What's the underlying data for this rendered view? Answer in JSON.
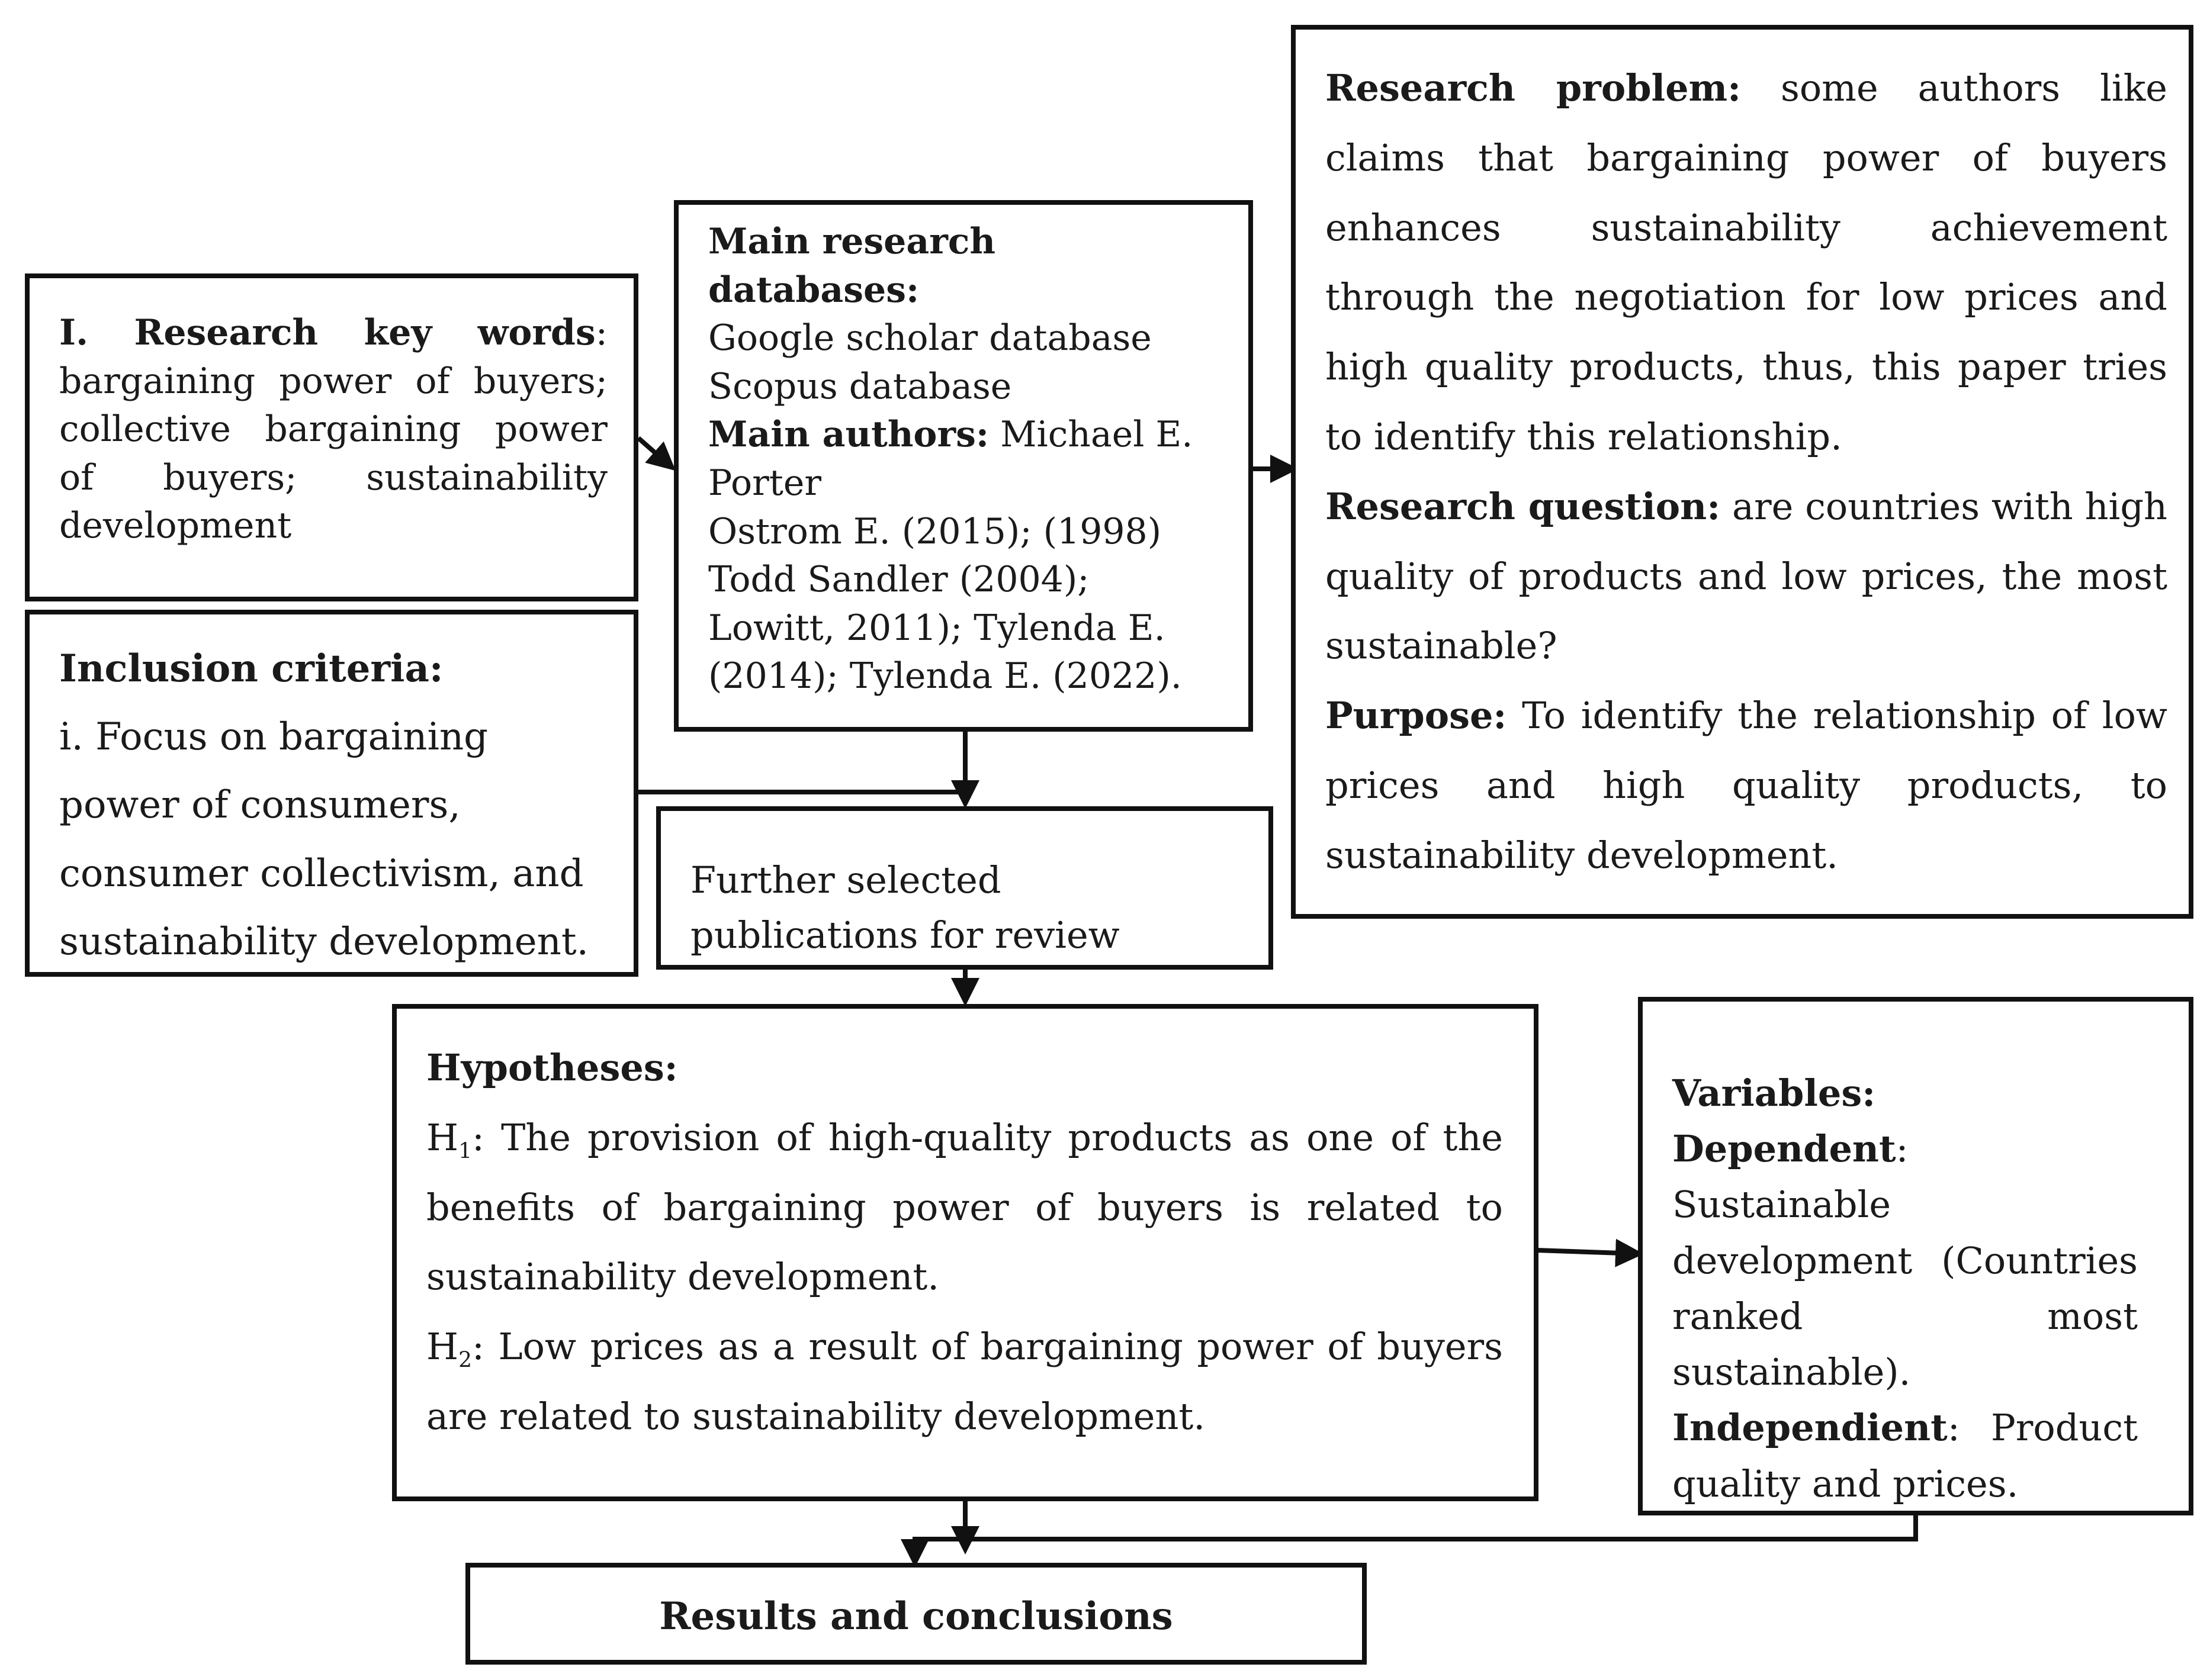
{
  "keywords": {
    "heading": "I. Research key words",
    "text": ": bargaining power of buyers; collective bargaining power of buyers; sustainability development"
  },
  "inclusion": {
    "heading": "Inclusion criteria:",
    "text": "i. Focus on bargaining power of consumers, consumer collectivism, and sustainability development."
  },
  "databases": {
    "heading": "Main research databases:",
    "items": [
      "Google scholar database",
      "Scopus database"
    ],
    "authors_heading": "Main authors:",
    "authors_text": "Michael E. Porter",
    "authors_lines": [
      "Ostrom E. (2015); (1998)",
      "Todd Sandler (2004); Lowitt, 2011); Tylenda E. (2014); Tylenda E. (2022)."
    ]
  },
  "research": {
    "problem_heading": "Research problem:",
    "problem_text": "some authors like claims that bargaining power of buyers enhances sustainability achievement through the negotiation for low prices and high quality products, thus, this paper tries to identify this relationship.",
    "question_heading": "Research question:",
    "question_text": "are countries with high quality of products and low prices, the most sustainable?",
    "purpose_heading": "Purpose:",
    "purpose_text": "To identify the relationship of low prices and high quality products, to sustainability development."
  },
  "further": {
    "text": "Further selected publications for review"
  },
  "hypotheses": {
    "heading": "Hypotheses:",
    "h1_label": "H",
    "h1_sub": "1",
    "h1_text": ": The provision of high-quality products as one of the benefits of bargaining power of buyers is related to sustainability development.",
    "h2_label": "H",
    "h2_sub": "2",
    "h2_text": ": Low prices as a result of bargaining power of buyers are related to sustainability development."
  },
  "variables": {
    "heading": "Variables:",
    "dependent_heading": "Dependent",
    "dependent_text": ": Sustainable development (Countries ranked most sustainable).",
    "independent_heading": "Independient",
    "independent_text": ": Product quality and prices."
  },
  "results": {
    "text": "Results and conclusions"
  }
}
